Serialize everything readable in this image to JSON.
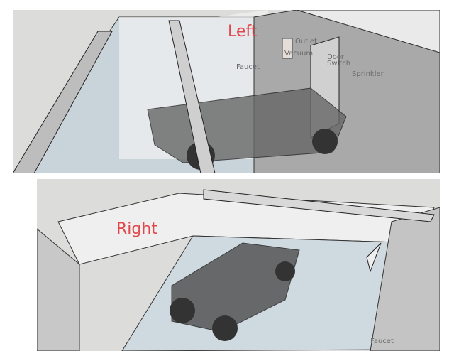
{
  "views": {
    "left": {
      "title": "Left",
      "labels": {
        "outlet": "Outlet",
        "vacuum": "Vacuum",
        "door_switch_1": "Door",
        "door_switch_2": "Switch",
        "sprinkler": "Sprinkler",
        "faucet": "Faucet"
      }
    },
    "right": {
      "title": "Right",
      "labels": {
        "faucet": "Faucet"
      }
    }
  }
}
